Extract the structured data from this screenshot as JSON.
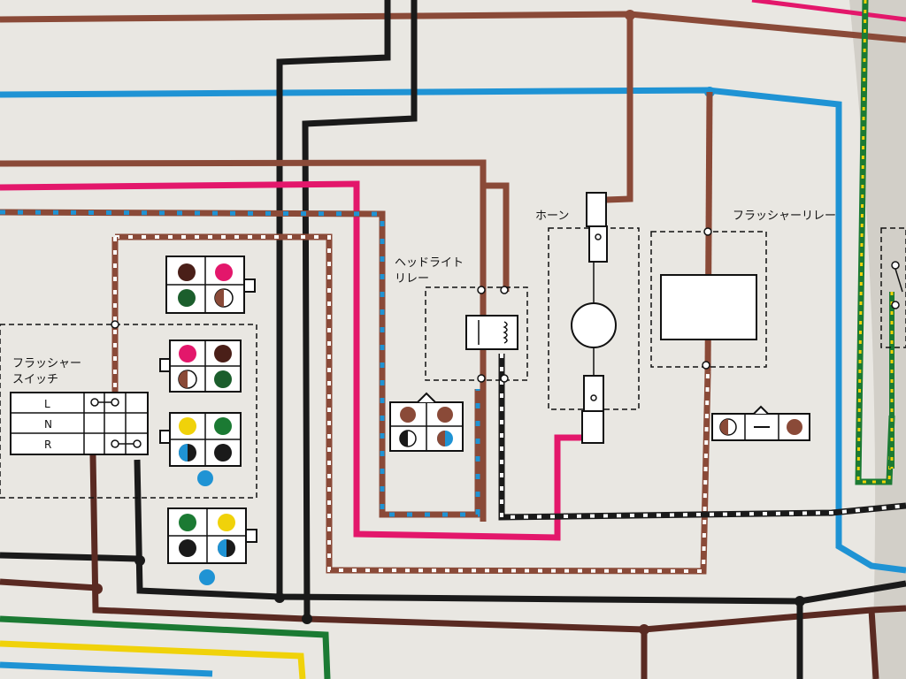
{
  "labels": {
    "headlight_relay_line1": "ヘッドライト",
    "headlight_relay_line2": "リレー",
    "horn": "ホーン",
    "flasher_relay": "フラッシャーリレー",
    "flasher_switch_line1": "フラッシャー",
    "flasher_switch_line2": "スイッチ",
    "switch_positions": [
      "L",
      "N",
      "R"
    ]
  },
  "colors": {
    "paper": "#e9e7e2",
    "brown": "#8a4a38",
    "dark_brown": "#5a2a22",
    "black": "#1a1a1a",
    "blue": "#1f93d4",
    "pink": "#e3176b",
    "green": "#1b7a33",
    "yellow": "#f0d20a",
    "white": "#ffffff"
  }
}
